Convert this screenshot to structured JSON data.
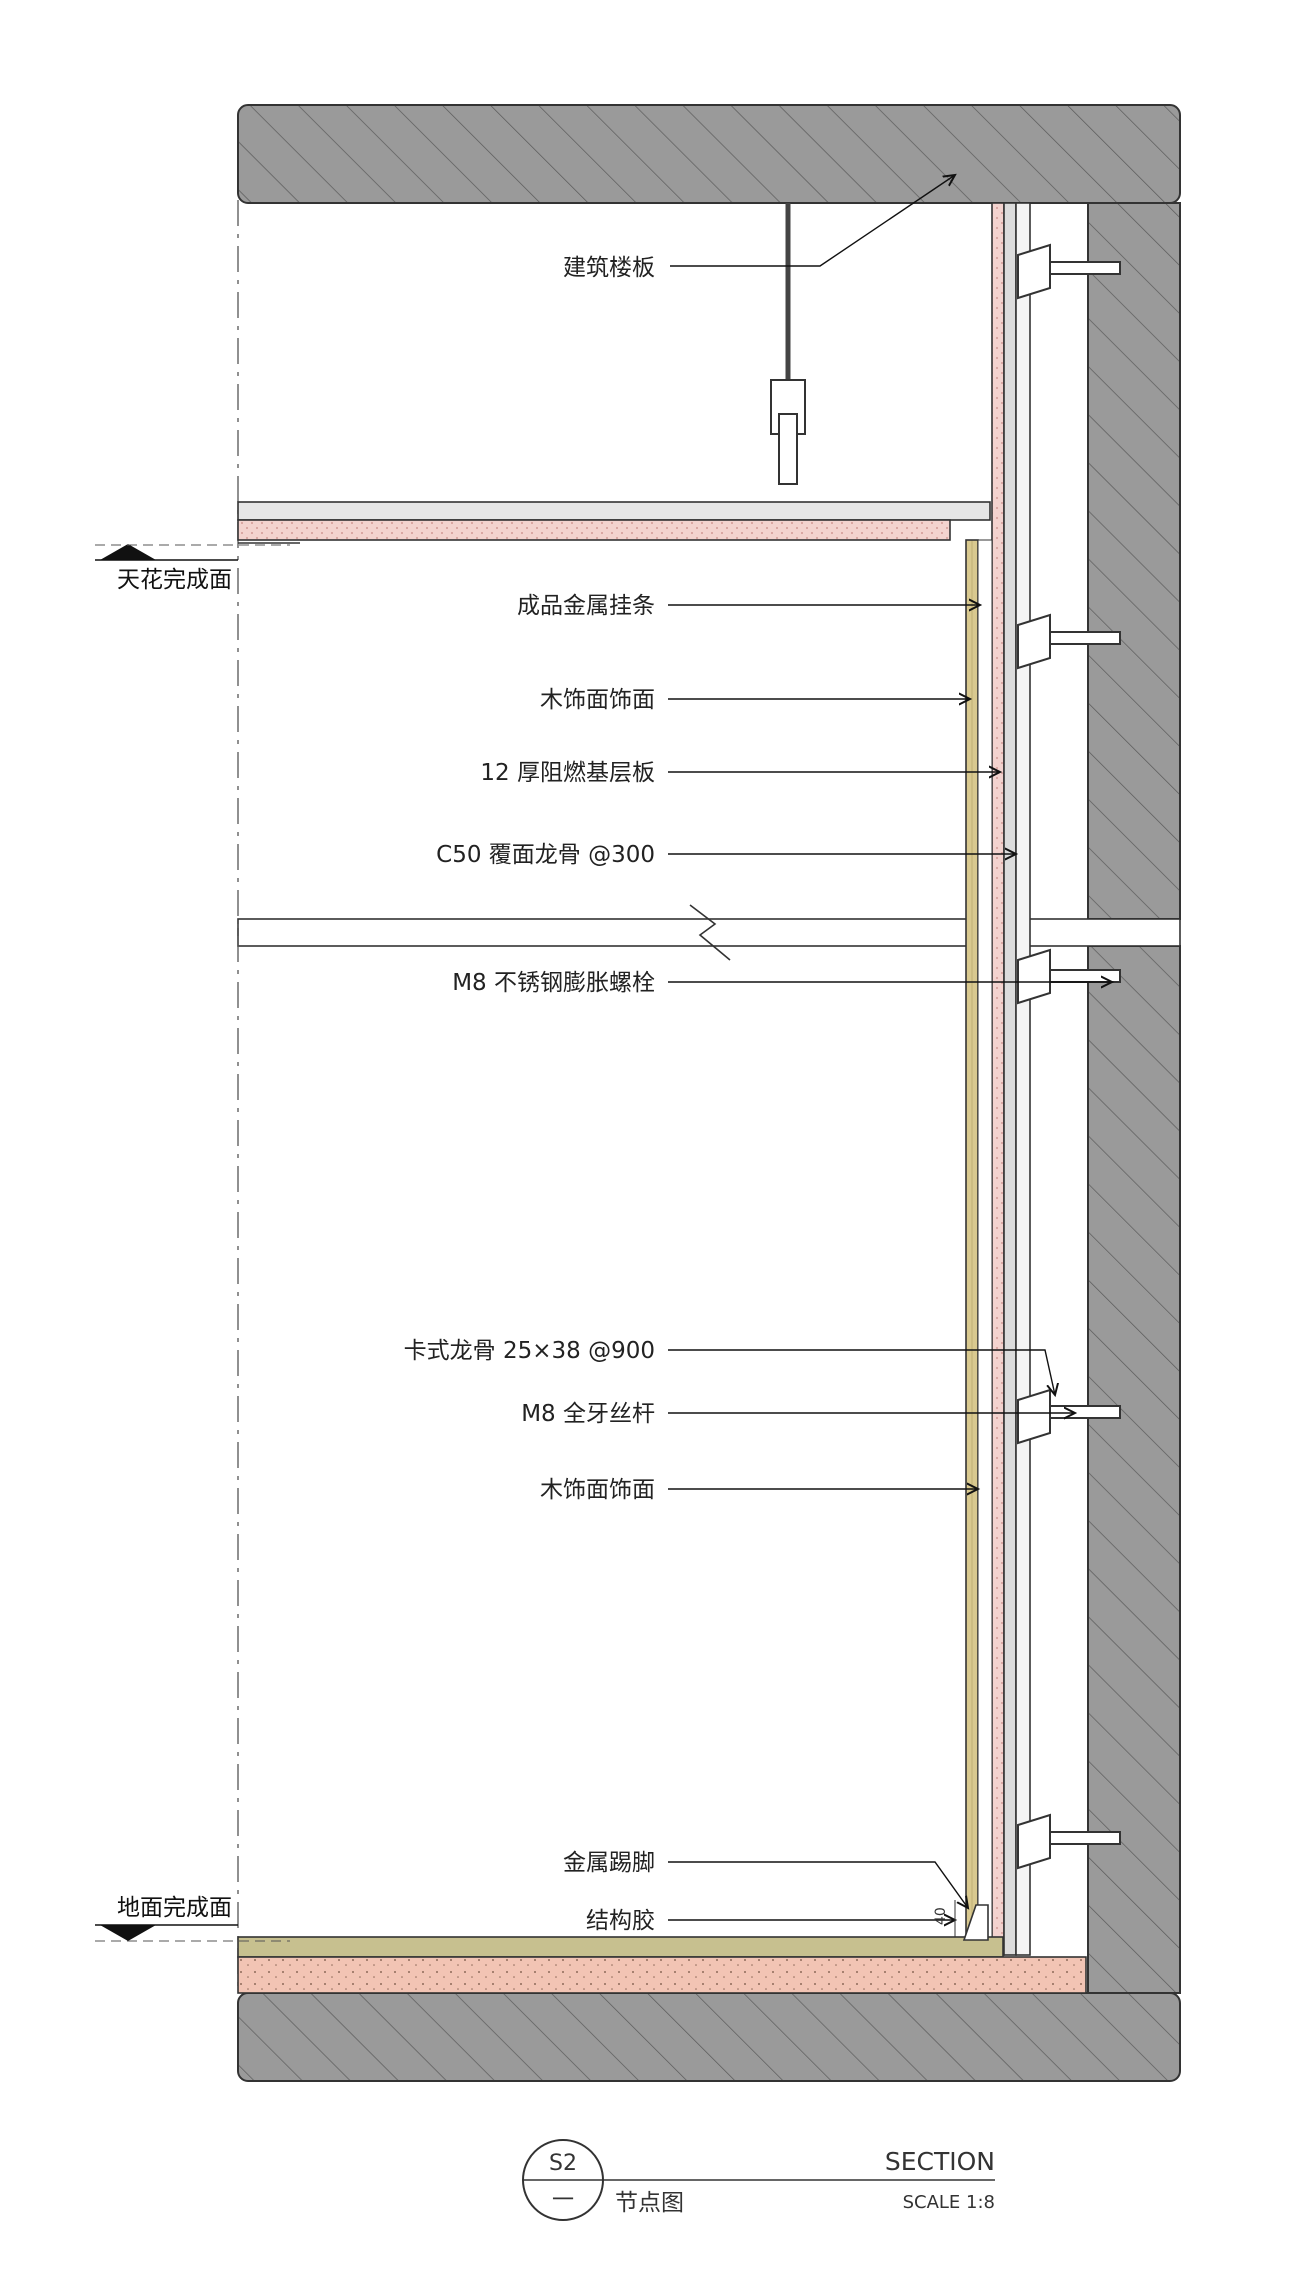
{
  "labels": {
    "building_slab": "建筑楼板",
    "metal_hanger_strip": "成品金属挂条",
    "wood_veneer_1": "木饰面饰面",
    "fire_board": "12 厚阻燃基层板",
    "c50_keel": "C50 覆面龙骨 @300",
    "m8_expansion_bolt": "M8 不锈钢膨胀螺栓",
    "card_keel": "卡式龙骨 25×38 @900",
    "m8_threaded_rod": "M8 全牙丝杆",
    "wood_veneer_2": "木饰面饰面",
    "metal_skirting": "金属踢脚",
    "structural_glue": "结构胶"
  },
  "levels": {
    "ceiling_finish": "天花完成面",
    "floor_finish": "地面完成面"
  },
  "dimension": {
    "skirting_height": "40"
  },
  "title_block": {
    "drawing_no": "S2",
    "sheet_ref": "一",
    "view_name": "SECTION",
    "view_name_cn": "节点图",
    "scale": "SCALE 1:8"
  },
  "colors": {
    "concrete": "#9a9a9a",
    "board_pink": "#f3d3cf",
    "wood_veneer": "#d9c98f",
    "floor_screed": "#f2c4b4",
    "line": "#222222"
  }
}
